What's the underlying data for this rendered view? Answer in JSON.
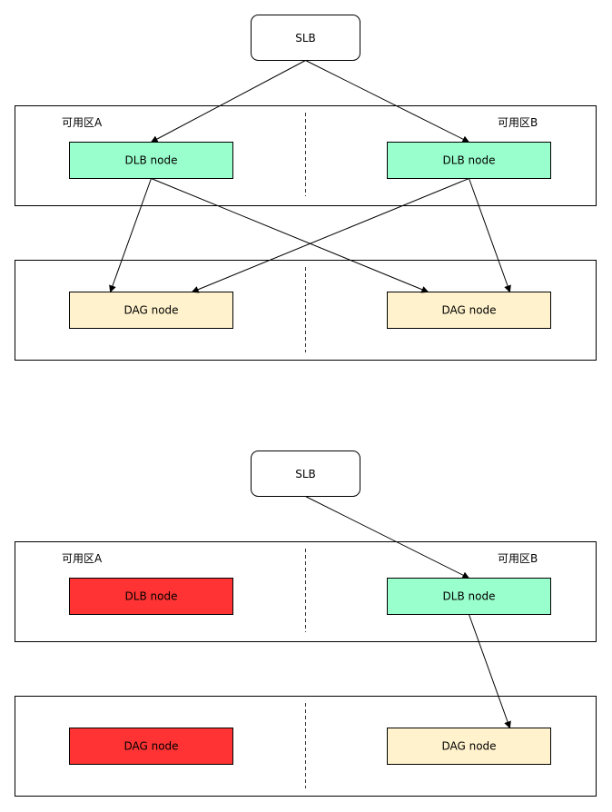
{
  "colors": {
    "dlb_ok": "#99ffcc",
    "dag_ok": "#fff2cc",
    "failed": "#ff3333",
    "stroke": "#000000",
    "dashed_divider": "#333333"
  },
  "diagram1": {
    "slb": {
      "label": "SLB"
    },
    "zone_a_label": "可用区A",
    "zone_b_label": "可用区B",
    "dlb_a": {
      "label": "DLB node",
      "status": "ok"
    },
    "dlb_b": {
      "label": "DLB node",
      "status": "ok"
    },
    "dag_a": {
      "label": "DAG node",
      "status": "ok"
    },
    "dag_b": {
      "label": "DAG node",
      "status": "ok"
    },
    "edges": [
      {
        "from": "slb",
        "to": "dlb_a"
      },
      {
        "from": "slb",
        "to": "dlb_b"
      },
      {
        "from": "dlb_a",
        "to": "dag_a"
      },
      {
        "from": "dlb_a",
        "to": "dag_b"
      },
      {
        "from": "dlb_b",
        "to": "dag_a"
      },
      {
        "from": "dlb_b",
        "to": "dag_b"
      }
    ]
  },
  "diagram2": {
    "slb": {
      "label": "SLB"
    },
    "zone_a_label": "可用区A",
    "zone_b_label": "可用区B",
    "dlb_a": {
      "label": "DLB node",
      "status": "failed"
    },
    "dlb_b": {
      "label": "DLB node",
      "status": "ok"
    },
    "dag_a": {
      "label": "DAG node",
      "status": "failed"
    },
    "dag_b": {
      "label": "DAG node",
      "status": "ok"
    },
    "edges": [
      {
        "from": "slb",
        "to": "dlb_b"
      },
      {
        "from": "dlb_b",
        "to": "dag_b"
      }
    ]
  }
}
